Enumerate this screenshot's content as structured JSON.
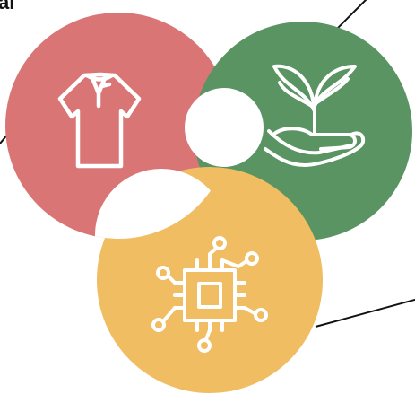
{
  "corner_label": "al",
  "colors": {
    "apparel": "#D97575",
    "plant": "#5A9462",
    "chip": "#F0BD63",
    "icon_stroke": "#FFFFFF",
    "line": "#111111",
    "background": "#FFFFFF"
  },
  "segments": [
    {
      "id": "apparel",
      "icon": "polo-shirt-icon"
    },
    {
      "id": "plant",
      "icon": "plant-in-hand-icon"
    },
    {
      "id": "chip",
      "icon": "microchip-icon"
    }
  ]
}
